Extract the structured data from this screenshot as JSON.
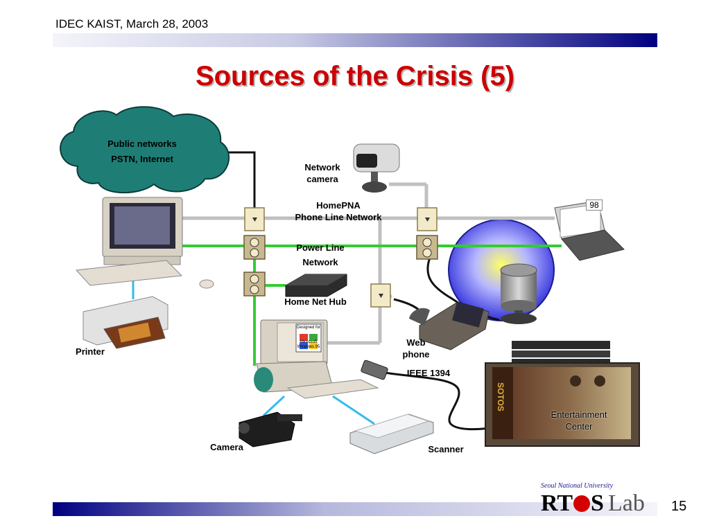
{
  "header": {
    "text": "IDEC KAIST, March 28, 2003"
  },
  "title": "Sources of the Crisis (5)",
  "labels": {
    "cloud_line1": "Public networks",
    "cloud_line2": "PSTN, Internet",
    "network_camera_1": "Network",
    "network_camera_2": "camera",
    "homepna_1": "HomePNA",
    "homepna_2": "Phone Line Network",
    "powerline_1": "Power Line",
    "powerline_2": "Network",
    "home_net_hub": "Home Net Hub",
    "printer": "Printer",
    "web_phone_1": "Web",
    "web_phone_2": "phone",
    "ieee1394": "IEEE 1394",
    "entertainment_1": "Entertainment",
    "entertainment_2": "Center",
    "camera": "Camera",
    "scanner": "Scanner",
    "laptop_badge": "98",
    "tv_side_text": "SOTOS",
    "monitor_text_1": "Designed for",
    "monitor_text_2": "Microsoft",
    "monitor_text_3": "Windows 95"
  },
  "footer": {
    "university": "Seoul National University",
    "logo_prefix": "RT",
    "logo_suffix": "S",
    "logo_lab": "Lab",
    "page_number": "15"
  },
  "colors": {
    "title": "#cc0000",
    "phone_line": "#c0c0c0",
    "power_line": "#33cc33",
    "ieee1394": "#111111",
    "pc_link": "#33bbee",
    "cloud": "#1e7e76"
  }
}
